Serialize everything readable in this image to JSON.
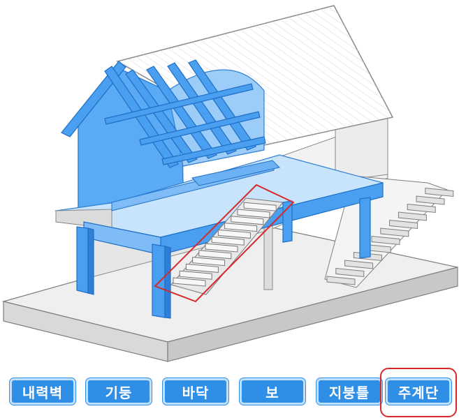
{
  "parts": [
    {
      "label": "내력벽"
    },
    {
      "label": "기둥"
    },
    {
      "label": "바닥"
    },
    {
      "label": "보"
    },
    {
      "label": "지붕틀"
    },
    {
      "label": "주계단"
    }
  ],
  "selected": "주계단",
  "colors": {
    "structure_blue": "#5aaaf5",
    "structure_blue_dark": "#2f7fd6",
    "highlight_red": "#d62a2a",
    "button_blue": "#2f8fe6"
  }
}
